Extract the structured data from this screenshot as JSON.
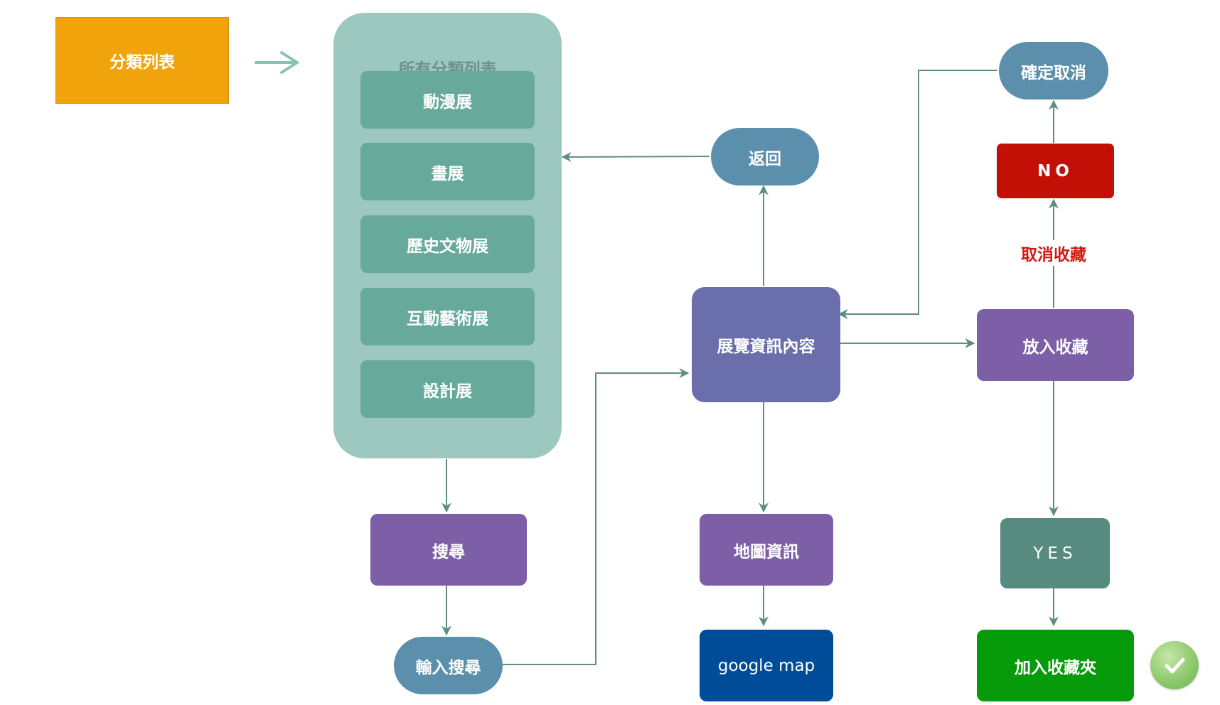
{
  "nodes": {
    "category_list": "分類列表",
    "all_categories": "所有分類列表",
    "return": "返回",
    "confirm_cancel": "確定取消",
    "no": "NO",
    "cancel_favorite": "取消收藏",
    "exhibition_info": "展覽資訊內容",
    "add_favorite": "放入收藏",
    "search": "搜尋",
    "search_input": "輸入搜尋",
    "map_info": "地圖資訊",
    "google_map": "google map",
    "yes": "YES",
    "add_to_folder": "加入收藏夾"
  },
  "categories": [
    "動漫展",
    "畫展",
    "歷史文物展",
    "互動藝術展",
    "設計展"
  ],
  "colors": {
    "orange": "#f0a30a",
    "container": "#9dc8c0",
    "category": "#67aa9c",
    "rounded_blue": "#5b8fac",
    "indigo": "#6a6fab",
    "purple": "#7d5fa8",
    "red": "#c21007",
    "teal_dark": "#588b7f",
    "navy": "#004c99",
    "green": "#069b0a",
    "connector": "#5e8e83"
  },
  "icons": [
    "arrow-right-icon",
    "checkmark-icon"
  ]
}
